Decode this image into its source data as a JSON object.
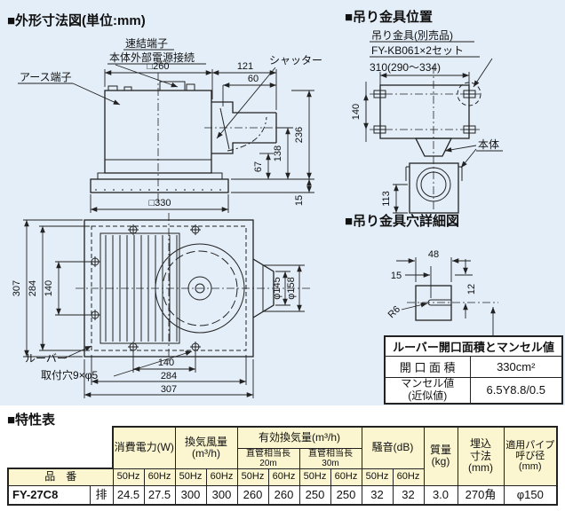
{
  "colors": {
    "bg_blue": "#e4eef8",
    "paper": "#ffffff",
    "line": "#222222",
    "table_header_bg": "#fbf6cf"
  },
  "sections": {
    "outline_title": "■外形寸法図(単位:mm)",
    "bracket_pos_title": "■吊り金具位置",
    "bracket_hole_title": "■吊り金具穴詳細図"
  },
  "side_view": {
    "quick_terminal": "速結端子",
    "external_power": "本体外部電源接続",
    "earth_terminal": "アース端子",
    "shutter": "シャッター",
    "dim_body_w": "□260",
    "dim_duct_len": "121",
    "dim_duct_offset": "60",
    "dim_total_h": "236",
    "dim_duct_center": "138",
    "dim_duct_bottom": "67",
    "dim_panel_t": "15",
    "dim_panel_w": "□330"
  },
  "bottom_view": {
    "louver": "ルーバー",
    "mount_hole": "取付穴9×φ5",
    "dim_v_outer": "307",
    "dim_v_mid": "284",
    "dim_v_inner": "140",
    "dim_h_inner": "140",
    "dim_h_mid": "284",
    "dim_h_outer": "307",
    "dim_pipe_in": "φ145",
    "dim_pipe_out": "φ158"
  },
  "bracket_view": {
    "bracket_label": "吊り金具(別売品)",
    "bracket_model": "FY-KB061×2セット",
    "dim_width": "310(290〜334)",
    "dim_depth": "140",
    "dim_height": "113",
    "body_label": "本体"
  },
  "hole_detail": {
    "dim_w": "48",
    "dim_offset": "15",
    "dim_h": "12",
    "dim_r": "R6"
  },
  "louver_table": {
    "title": "ルーバー開口面積とマンセル値",
    "row1_label": "開 口 面 積",
    "row1_value": "330cm²",
    "row2_label": "マンセル値\n(近似値)",
    "row2_value": "6.5Y8.8/0.5"
  },
  "spec_table": {
    "title": "■特性表",
    "h_model": "品　番",
    "h_power": "消費電力(W)",
    "h_airflow": "換気風量\n(m³/h)",
    "h_effective": "有効換気量(m³/h)",
    "h_duct20": "直管相当長20m",
    "h_duct30": "直管相当長30m",
    "h_noise": "騒音(dB)",
    "h_mass": "質量\n(kg)",
    "h_embed": "埋込\n寸法\n(mm)",
    "h_pipe": "適用パイプ\n呼び径\n(mm)",
    "hz50": "50Hz",
    "hz60": "60Hz",
    "model": "FY-27C8",
    "type": "排",
    "values": [
      "24.5",
      "27.5",
      "300",
      "300",
      "260",
      "260",
      "250",
      "250",
      "32",
      "32",
      "3.0",
      "270角",
      "φ150"
    ]
  }
}
